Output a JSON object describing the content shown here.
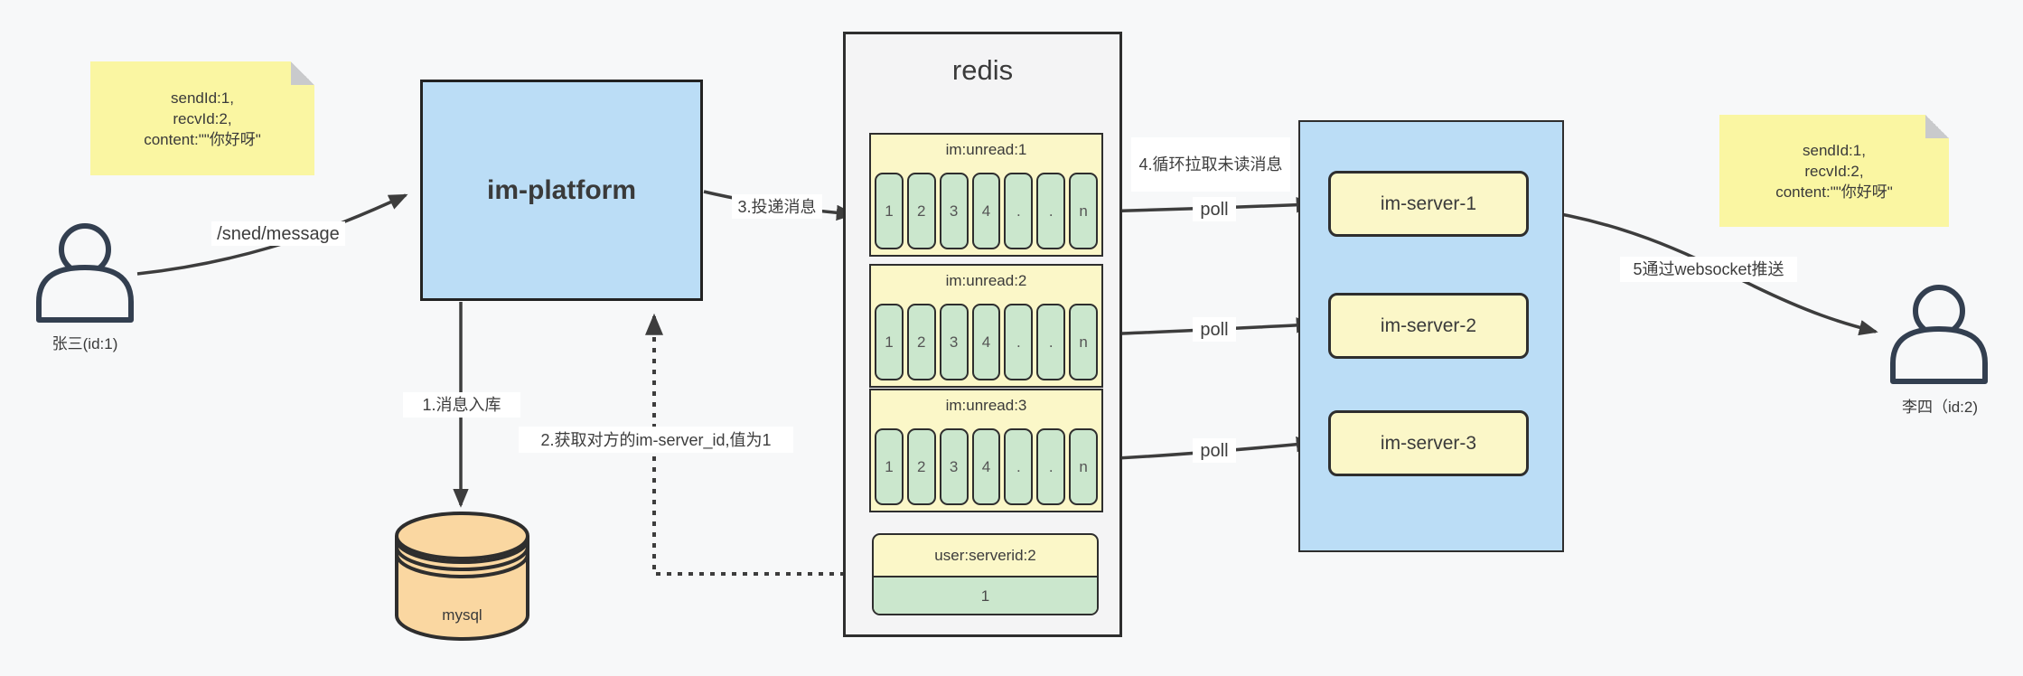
{
  "sender": {
    "note_lines": [
      "sendId:1,",
      "recvId:2,",
      "content:\"\"你好呀\""
    ],
    "label": "张三(id:1)"
  },
  "receiver": {
    "note_lines": [
      "sendId:1,",
      "recvId:2,",
      "content:\"\"你好呀\""
    ],
    "label": "李四（id:2)"
  },
  "platform": {
    "label": "im-platform"
  },
  "mysql": {
    "label": "mysql"
  },
  "redis": {
    "title": "redis",
    "queues": [
      {
        "title": "im:unread:1",
        "cells": [
          "1",
          "2",
          "3",
          "4",
          ".",
          ".",
          "n"
        ]
      },
      {
        "title": "im:unread:2",
        "cells": [
          "1",
          "2",
          "3",
          "4",
          ".",
          ".",
          "n"
        ]
      },
      {
        "title": "im:unread:3",
        "cells": [
          "1",
          "2",
          "3",
          "4",
          ".",
          ".",
          "n"
        ]
      }
    ],
    "server_map": {
      "title": "user:serverid:2",
      "value": "1"
    }
  },
  "servers": {
    "items": [
      {
        "label": "im-server-1"
      },
      {
        "label": "im-server-2"
      },
      {
        "label": "im-server-3"
      }
    ]
  },
  "flow_labels": {
    "send_api": "/sned/message",
    "step1": "1.消息入库",
    "step2": "2.获取对方的im-server_id,值为1",
    "step3": "3.投递消息",
    "step4": "4.循环拉取未读消息",
    "poll1": "poll",
    "poll2": "poll",
    "poll3": "poll",
    "step5": "5通过websocket推送"
  },
  "colors": {
    "node_blue": "#bbddf6",
    "note_yellow": "#faf6a2",
    "pale_yellow": "#fbf7c8",
    "cell_green": "#cbe7cd",
    "db_orange": "#fad7a1",
    "stroke_dark": "#2e2e2e",
    "arrow": "#3d3d3d",
    "canvas_bg": "#f7f8f9"
  }
}
